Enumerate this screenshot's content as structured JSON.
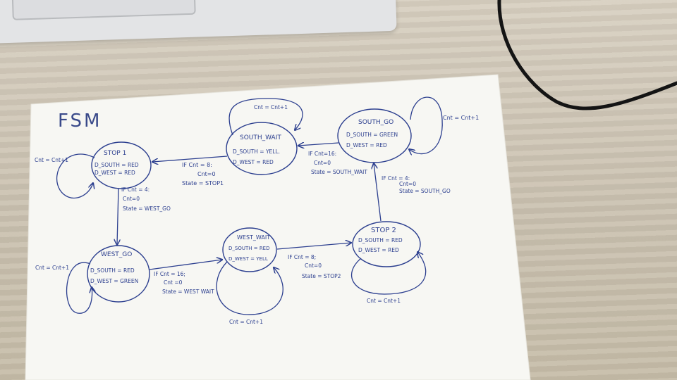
{
  "colors": {
    "ink": "#2c3f8f",
    "paper": "#f7f7f3",
    "desk": "#d2c9b9"
  },
  "title": "FSM",
  "states": {
    "stop1": {
      "name": "STOP 1",
      "lines": [
        "D_SOUTH = RED",
        "D_WEST = RED"
      ]
    },
    "south_wait": {
      "name": "SOUTH_WAIT",
      "lines": [
        "D_SOUTH = YELL.",
        "D_WEST = RED"
      ]
    },
    "south_go": {
      "name": "SOUTH_GO",
      "lines": [
        "D_SOUTH = GREEN",
        "D_WEST = RED"
      ]
    },
    "west_go": {
      "name": "WEST_GO",
      "lines": [
        "D_SOUTH = RED",
        "D_WEST = GREEN"
      ]
    },
    "west_wait": {
      "name": "WEST_WAIT",
      "lines": [
        "D_SOUTH = RED",
        "D_WEST = YELL"
      ]
    },
    "stop2": {
      "name": "STOP 2",
      "lines": [
        "D_SOUTH = RED",
        "D_WEST = RED"
      ]
    }
  },
  "self_loops": {
    "stop1": "Cnt = Cnt+1",
    "south_wait": "Cnt = Cnt+1",
    "south_go": "Cnt = Cnt+1",
    "west_go": "Cnt = Cnt+1",
    "west_wait": "Cnt = Cnt+1",
    "stop2": "Cnt = Cnt+1"
  },
  "transitions": {
    "south_go_to_south_wait": [
      "IF Cnt=16:",
      "Cnt=0",
      "State = SOUTH_WAIT"
    ],
    "south_wait_to_stop1": [
      "IF Cnt = 8:",
      "Cnt=0",
      "State = STOP1"
    ],
    "stop1_to_west_go": [
      "IF Cnt = 4:",
      "Cnt=0",
      "State = WEST_GO"
    ],
    "west_go_to_west_wait": [
      "IF Cnt = 16;",
      "Cnt =0",
      "State = WEST WAIT"
    ],
    "west_wait_to_stop2": [
      "IF Cnt = 8;",
      "Cnt=0",
      "State = STOP2"
    ],
    "stop2_to_south_go": [
      "IF Cnt = 4:",
      "Cnt=0",
      "State = SOUTH_GO"
    ]
  }
}
